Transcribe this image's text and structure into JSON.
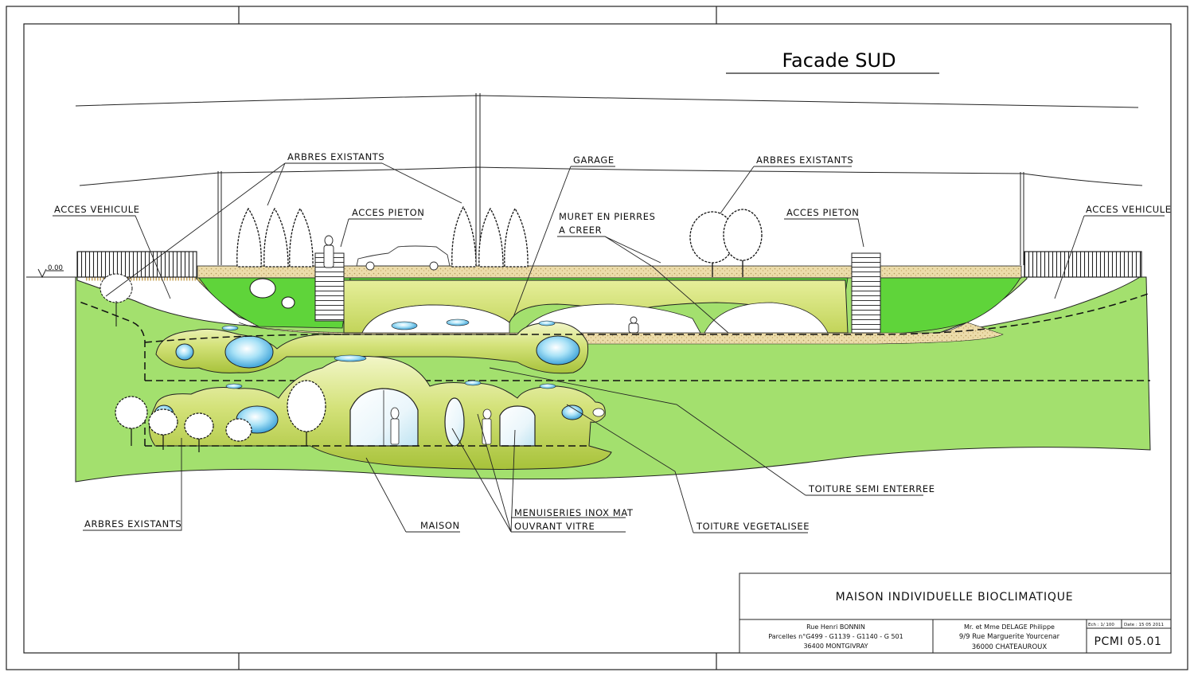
{
  "drawing": {
    "title": "Facade SUD",
    "level_marker": "0.00"
  },
  "labels": {
    "acces_vehicule_left": "ACCES VEHICULE",
    "arbres_existants_top_left": "ARBRES EXISTANTS",
    "acces_pieton_left": "ACCES PIETON",
    "garage": "GARAGE",
    "muret_line1": "MURET EN PIERRES",
    "muret_line2": "A CREER",
    "arbres_existants_top_right": "ARBRES EXISTANTS",
    "acces_pieton_right": "ACCES PIETON",
    "acces_vehicule_right": "ACCES VEHICULE",
    "toiture_semi_enterree": "TOITURE SEMI ENTERREE",
    "arbres_existants_bottom": "ARBRES EXISTANTS",
    "maison": "MAISON",
    "menuiseries_line1": "MENUISERIES INOX MAT",
    "menuiseries_line2": "OUVRANT VITRE",
    "toiture_vegetalisee": "TOITURE VEGETALISEE"
  },
  "title_block": {
    "project": "MAISON INDIVIDUELLE BIOCLIMATIQUE",
    "site_line1": "Rue Henri BONNIN",
    "site_line2": "Parcelles n°G499 - G1139 - G1140 - G 501",
    "site_line3": "36400 MONTGIVRAY",
    "client_line1": "Mr. et Mme DELAGE Philippe",
    "client_line2": "9/9 Rue Marguerite Yourcenar",
    "client_line3": "36000 CHATEAUROUX",
    "scale": "Ech : 1/ 100",
    "date": "Date : 15 05 2011",
    "sheet_code": "PCMI 05.01"
  },
  "colors": {
    "ground": "#9fe06a",
    "bright_lawn": "#5fd43a",
    "structure": "#cfe07a",
    "gravel": "#e9d9a6",
    "window": "#6ec8ee"
  }
}
